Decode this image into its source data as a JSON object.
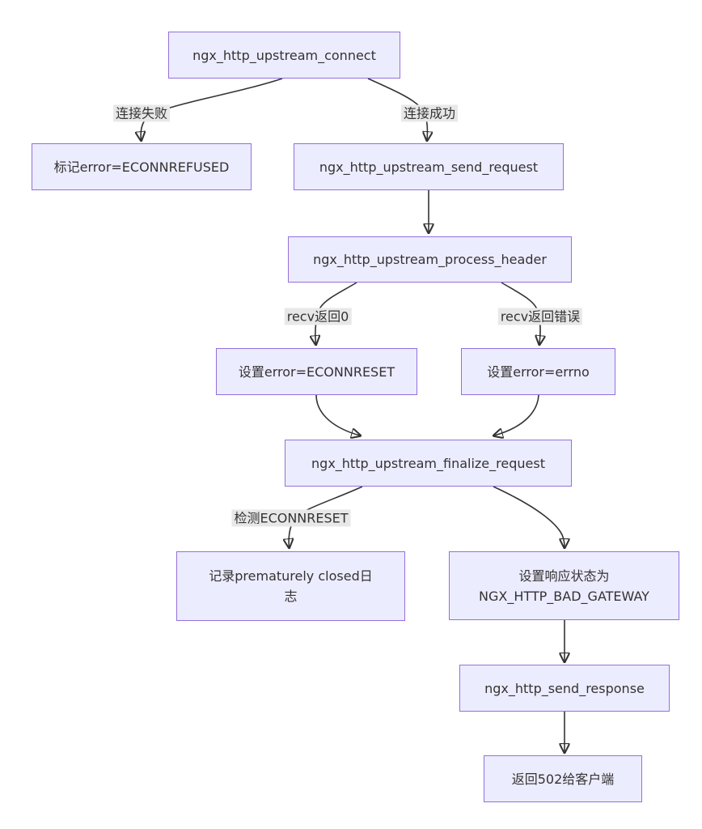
{
  "diagram": {
    "kind": "flowchart",
    "direction": "top-down",
    "colors": {
      "node_fill": "#ECECFF",
      "node_border": "#9370DB",
      "text": "#333333",
      "edge": "#333333",
      "edge_label_bg": "#e8e8e8",
      "background": "#ffffff"
    },
    "nodes": [
      {
        "id": "A",
        "label": "ngx_http_upstream_connect"
      },
      {
        "id": "B",
        "label": "标记error=ECONNREFUSED"
      },
      {
        "id": "C",
        "label": "ngx_http_upstream_send_request"
      },
      {
        "id": "D",
        "label": "ngx_http_upstream_process_header"
      },
      {
        "id": "E",
        "label": "设置error=ECONNRESET"
      },
      {
        "id": "F",
        "label": "设置error=errno"
      },
      {
        "id": "G",
        "label": "ngx_http_upstream_finalize_request"
      },
      {
        "id": "H",
        "label": "记录prematurely closed日\n志"
      },
      {
        "id": "I",
        "label": "设置响应状态为\nNGX_HTTP_BAD_GATEWAY"
      },
      {
        "id": "J",
        "label": "ngx_http_send_response"
      },
      {
        "id": "K",
        "label": "返回502给客户端"
      }
    ],
    "edges": [
      {
        "from": "A",
        "to": "B",
        "label": "连接失败"
      },
      {
        "from": "A",
        "to": "C",
        "label": "连接成功"
      },
      {
        "from": "C",
        "to": "D",
        "label": ""
      },
      {
        "from": "D",
        "to": "E",
        "label": "recv返回0"
      },
      {
        "from": "D",
        "to": "F",
        "label": "recv返回错误"
      },
      {
        "from": "E",
        "to": "G",
        "label": ""
      },
      {
        "from": "F",
        "to": "G",
        "label": ""
      },
      {
        "from": "G",
        "to": "H",
        "label": "检测ECONNRESET"
      },
      {
        "from": "G",
        "to": "I",
        "label": ""
      },
      {
        "from": "I",
        "to": "J",
        "label": ""
      },
      {
        "from": "J",
        "to": "K",
        "label": ""
      }
    ]
  }
}
